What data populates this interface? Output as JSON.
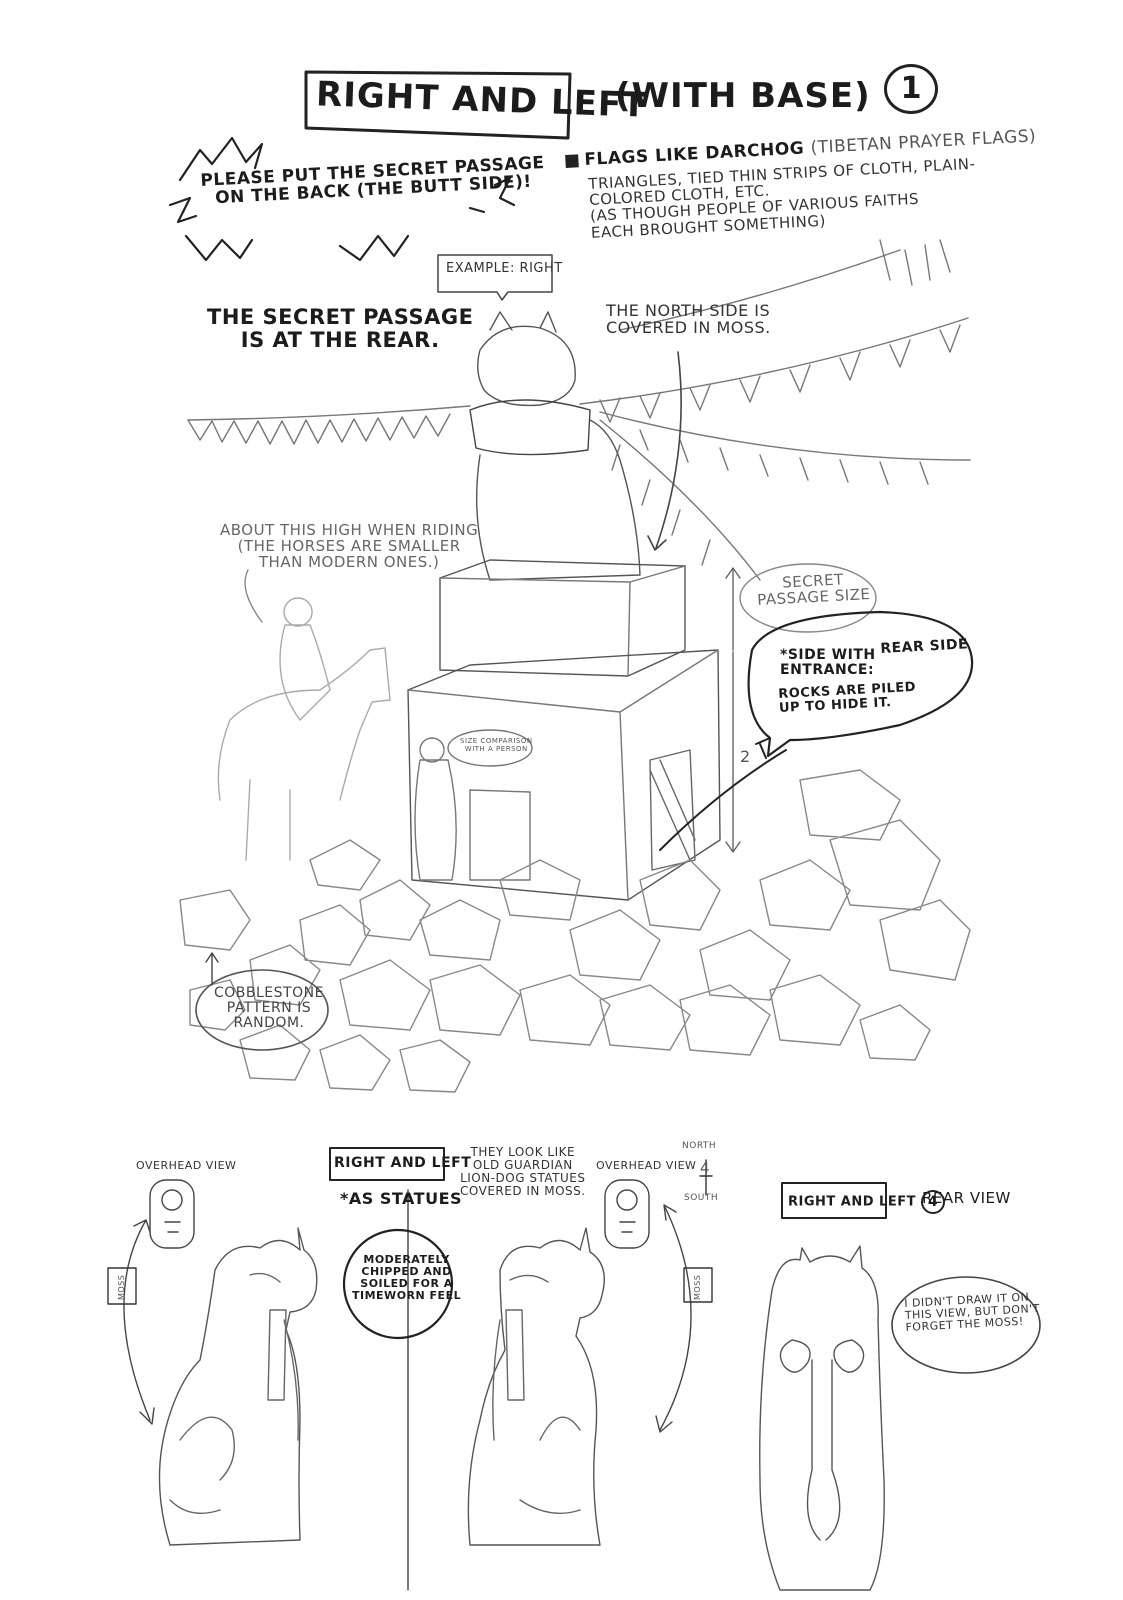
{
  "header": {
    "title_boxed": "RIGHT AND LEFT",
    "title_suffix": "(WITH BASE)",
    "page_number": "1"
  },
  "notes": {
    "secret_passage_request": "PLEASE PUT THE SECRET PASSAGE\nON THE BACK (THE BUTT SIDE)!",
    "flags_heading": "FLAGS LIKE DARCHOG",
    "flags_heading_paren": "(TIBETAN PRAYER FLAGS)",
    "flags_body": "TRIANGLES, TIED THIN STRIPS OF CLOTH, PLAIN-\nCOLORED CLOTH, ETC.\n(AS THOUGH PEOPLE OF VARIOUS FAITHS\nEACH BROUGHT SOMETHING)",
    "example_right": "EXAMPLE: RIGHT",
    "secret_passage_rear": "THE SECRET PASSAGE\nIS AT THE REAR.",
    "north_moss": "THE NORTH SIDE IS\nCOVERED IN MOSS.",
    "riding_height": "ABOUT THIS HIGH WHEN RIDING\n(THE HORSES ARE SMALLER\nTHAN MODERN ONES.)",
    "passage_size": "SECRET\nPASSAGE SIZE",
    "entrance_side": "*SIDE WITH\nENTRANCE:",
    "rear_side": "REAR SIDE",
    "rocks_piled": "ROCKS ARE PILED\nUP TO HIDE IT.",
    "size_compare": "SIZE COMPARISON\nWITH A PERSON",
    "dimension_2": "2",
    "cobblestone": "COBBLESTONE\nPATTERN IS\nRANDOM."
  },
  "lower": {
    "overhead_left": "OVERHEAD VIEW",
    "title_boxed": "RIGHT AND LEFT",
    "as_statues": "*AS STATUES",
    "guardian_note": "THEY LOOK LIKE\nOLD GUARDIAN\nLION-DOG STATUES\nCOVERED IN MOSS.",
    "overhead_right": "OVERHEAD VIEW",
    "north": "NORTH",
    "south": "SOUTH",
    "compass_number": "4",
    "rear_title_boxed": "RIGHT AND LEFT",
    "rear_number": "4",
    "rear_view": "REAR VIEW",
    "chipped_note": "MODERATELY\nCHIPPED AND\nSOILED FOR A\nTIMEWORN FEEL",
    "moss_left": "MOSS",
    "moss_right": "MOSS",
    "moss_reminder": "I DIDN'T DRAW IT ON\nTHIS VIEW, BUT DON'T\nFORGET THE MOSS!"
  },
  "icons": [
    "square-bullet",
    "page-number-circle"
  ],
  "colors": {
    "ink": "#1c1c1c",
    "pencil": "#555555",
    "paper": "#ffffff"
  }
}
